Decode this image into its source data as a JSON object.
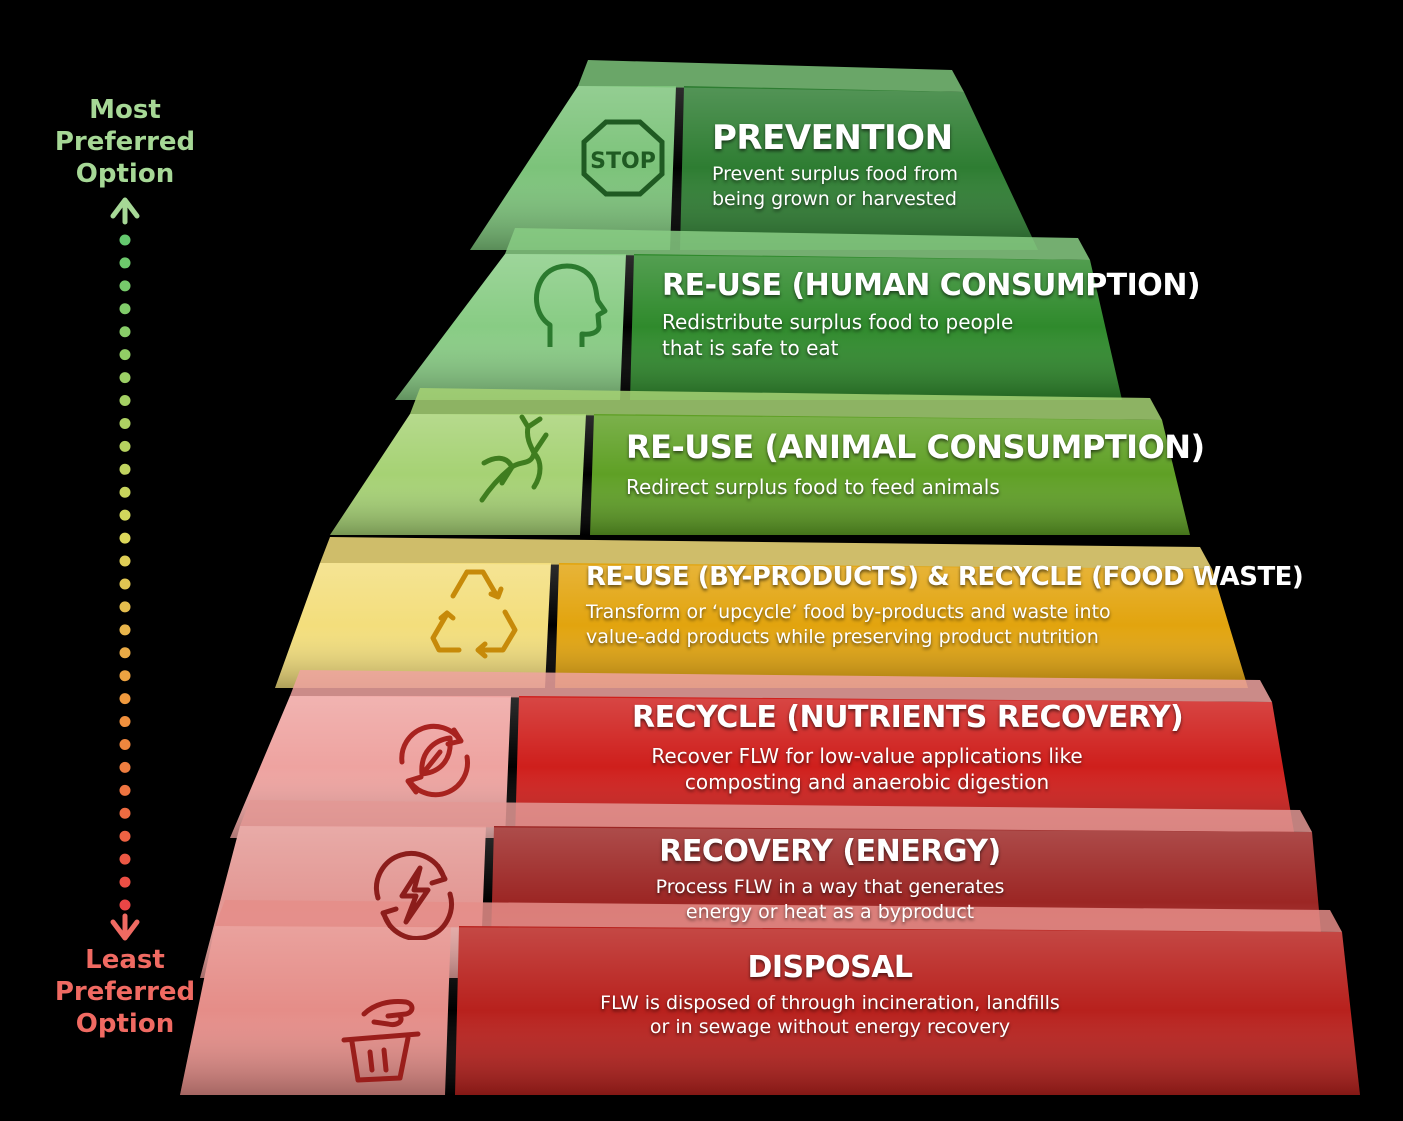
{
  "scale": {
    "top_lines": [
      "Most",
      "Preferred",
      "Option"
    ],
    "bottom_lines": [
      "Least",
      "Preferred",
      "Option"
    ],
    "top_color": "#a6d896",
    "bottom_color": "#f06a62"
  },
  "tiers": [
    {
      "title": "PREVENTION",
      "desc": [
        "Prevent surplus food from",
        "being grown or harvested"
      ],
      "icon": "stop-sign-icon",
      "icon_text": "STOP",
      "color": "#2e7d32",
      "light": "#7cc37a"
    },
    {
      "title": "RE-USE (HUMAN CONSUMPTION)",
      "desc": [
        "Redistribute surplus food to people",
        "that is safe to eat"
      ],
      "icon": "human-head-icon",
      "color": "#2f8a2c",
      "light": "#88cc84"
    },
    {
      "title": "RE-USE (ANIMAL CONSUMPTION)",
      "desc": [
        "Redirect surplus food to feed animals"
      ],
      "icon": "animal-icon",
      "color": "#5fa025",
      "light": "#a6d274"
    },
    {
      "title": "RE-USE (BY-PRODUCTS) & RECYCLE (FOOD WASTE)",
      "desc": [
        "Transform or ‘upcycle’ food by-products and waste into",
        "value-add products while preserving product nutrition"
      ],
      "icon": "recycle-icon",
      "color": "#e2a40e",
      "light": "#f3de7c"
    },
    {
      "title": "RECYCLE (NUTRIENTS RECOVERY)",
      "desc": [
        "Recover FLW for low-value applications like",
        "composting and anaerobic digestion"
      ],
      "icon": "leaf-cycle-icon",
      "color": "#cf1f1c",
      "light": "#eea3a0"
    },
    {
      "title": "RECOVERY (ENERGY)",
      "desc": [
        "Process FLW in a way that generates",
        "energy or heat as a byproduct"
      ],
      "icon": "energy-cycle-icon",
      "color": "#9c2624",
      "light": "#e39894"
    },
    {
      "title": "DISPOSAL",
      "desc": [
        "FLW is disposed of through incineration, landfills",
        "or in sewage without energy recovery"
      ],
      "icon": "trash-bin-icon",
      "color": "#b8211d",
      "light": "#e58d88"
    }
  ]
}
